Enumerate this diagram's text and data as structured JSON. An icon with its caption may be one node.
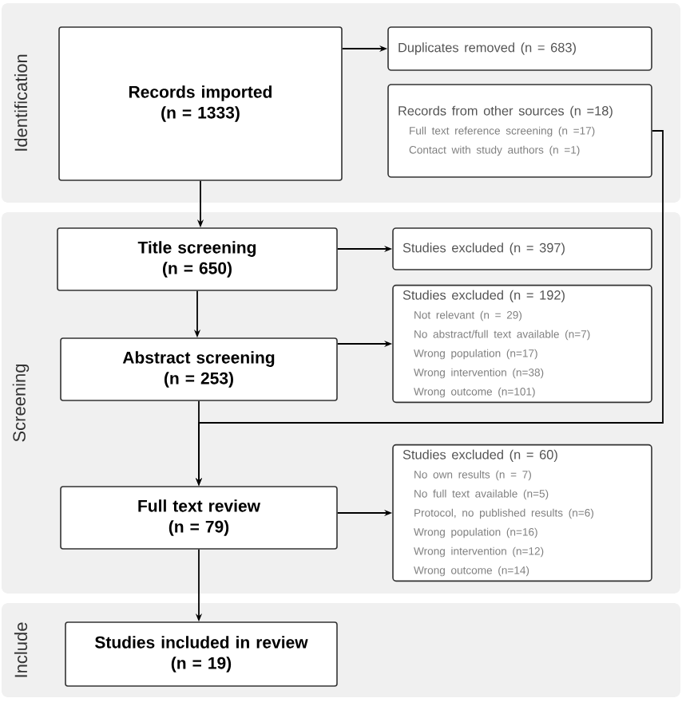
{
  "diagram": {
    "nodes": [
      {
        "text": [
          "Identification"
        ]
      },
      {
        "text": [
          "Records imported",
          "(n = 1333)"
        ],
        "in": 0
      },
      {
        "text": [
          "Duplicates removed (n = 683)"
        ],
        "in": 0
      },
      {
        "text": [
          "Records from other sources (n =18)",
          "Full text reference screening (n =17)",
          "Contact with study authors (n =1)"
        ],
        "in": 0
      },
      {
        "text": [
          "Screening"
        ]
      },
      {
        "text": [
          "Title screening",
          "(n = 650)"
        ],
        "in": 4
      },
      {
        "text": [
          "Studies excluded (n = 397)"
        ],
        "in": 4
      },
      {
        "text": [
          "Studies excluded (n = 192)",
          "Not relevant (n = 29)",
          "No abstract/full text available (n=7)",
          "Wrong population (n=17)",
          "Wrong intervention (n=38)",
          "Wrong outcome (n=101)"
        ],
        "in": 4
      },
      {
        "text": [
          "Abstract screening",
          "(n = 253)"
        ],
        "in": 4
      },
      {
        "text": [
          "Full text review",
          "(n = 79)"
        ],
        "in": 4
      },
      {
        "text": [
          "Studies excluded (n = 60)",
          "No own results (n = 7)",
          "No full text available (n=5)",
          "Protocol, no published results (n=6)",
          "Wrong population (n=16)",
          "Wrong intervention (n=12)",
          "Wrong outcome (n=14)"
        ],
        "in": 4
      },
      {
        "text": [
          "Include"
        ]
      },
      {
        "text": [
          "Studies included in review",
          "(n = 19)"
        ],
        "in": 11
      }
    ],
    "edges": [
      {
        "from": 1,
        "to": 2,
        "arrow": "to"
      },
      {
        "from": 1,
        "to": 5,
        "arrow": "to"
      },
      {
        "from": 5,
        "to": 6,
        "arrow": "to"
      },
      {
        "from": 5,
        "to": 8,
        "arrow": "to"
      },
      {
        "from": 8,
        "to": 7,
        "arrow": "to"
      },
      {
        "from": 8,
        "to": 9,
        "arrow": "to"
      },
      {
        "from": 3,
        "to": 9,
        "arrow": "to"
      },
      {
        "from": 9,
        "to": 10,
        "arrow": "to"
      },
      {
        "from": 9,
        "to": 12,
        "arrow": "to"
      }
    ]
  }
}
